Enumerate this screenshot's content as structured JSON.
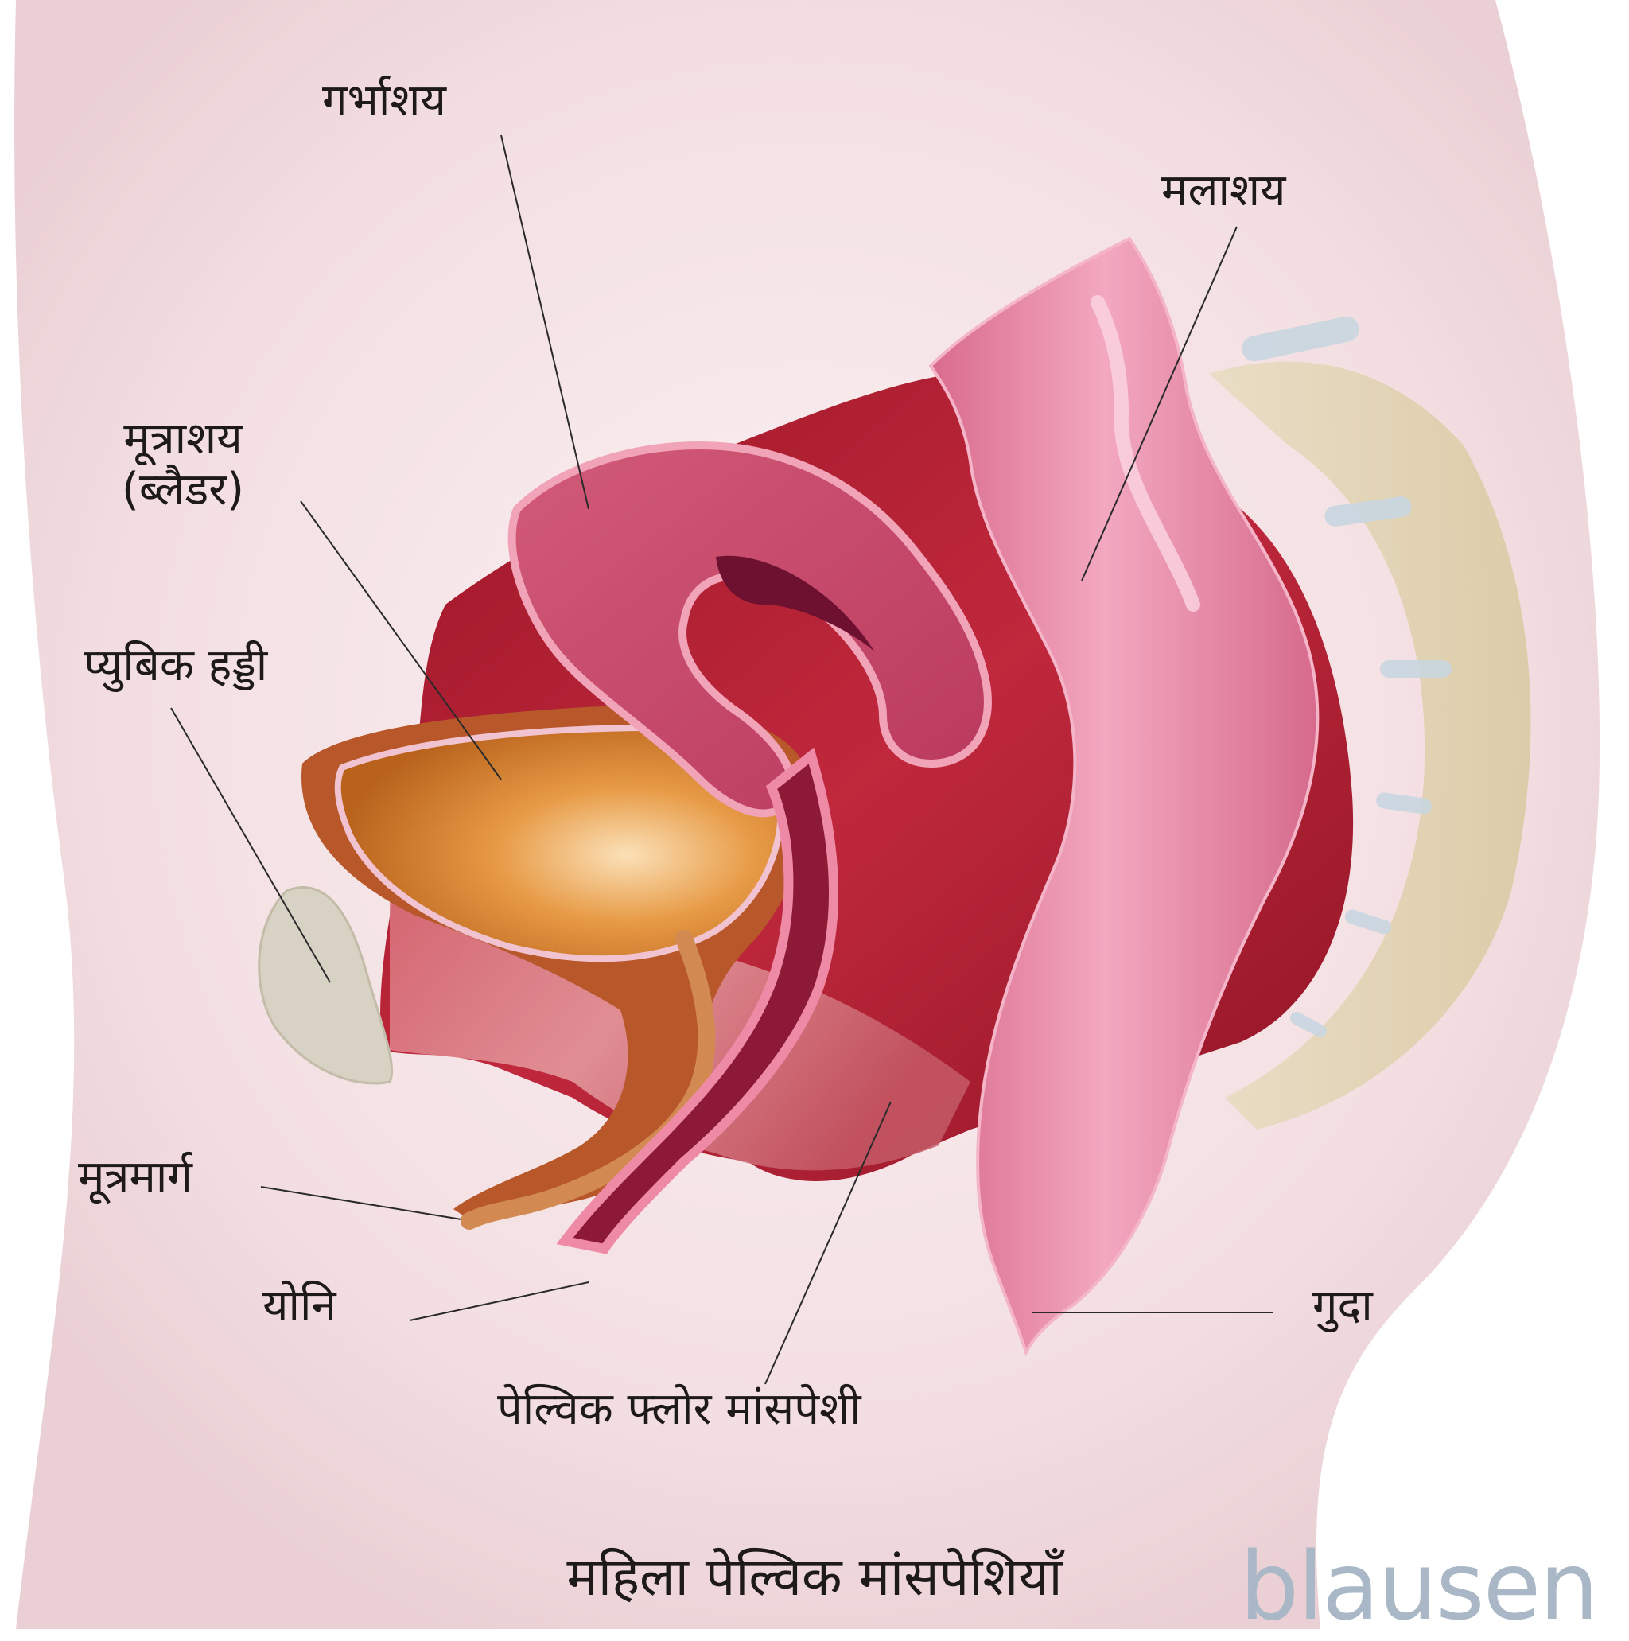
{
  "labels": {
    "uterus": "गर्भाशय",
    "rectum": "मलाशय",
    "bladder_line1": "मूत्राशय",
    "bladder_line2": "(ब्लैडर)",
    "pubic_bone": "प्युबिक हड्डी",
    "urethra": "मूत्रमार्ग",
    "vagina": "योनि",
    "anus": "गुदा",
    "pelvic_floor": "पेल्विक फ्लोर मांसपेशी"
  },
  "caption": "महिला पेल्विक मांसपेशियाँ",
  "brand": "blausen",
  "colors": {
    "skin": "#f4e2e4",
    "muscle": "#b01e32",
    "uterus": "#d6506e",
    "rectum": "#e887a6",
    "bladder": "#d77a1a",
    "bone": "#e6d9b8",
    "brand": "#a9b7c6"
  }
}
